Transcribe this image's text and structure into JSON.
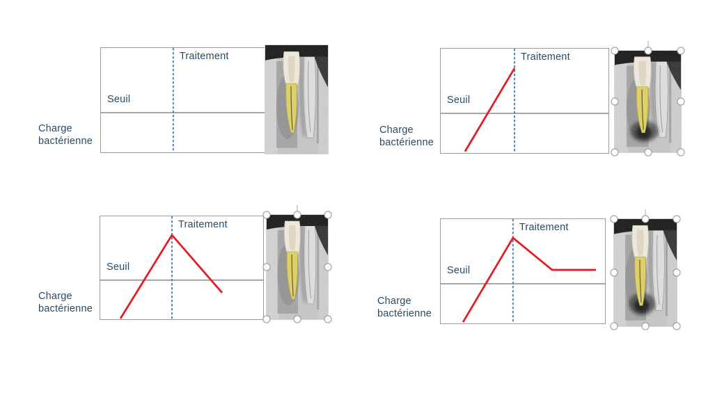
{
  "colors": {
    "background": "#ffffff",
    "label_text": "#2c4a63",
    "load_line": "#e01f26",
    "treatment_line": "#4e85bf",
    "threshold_line": "#8a8a8a",
    "chart_border": "#9b9b9b",
    "xray_root_filling": "#e4d45a",
    "xray_crown": "#f5f0e3",
    "selection_handle_border": "#9e9e9e"
  },
  "quadrants": [
    {
      "id": "top-left",
      "ylabel": "Charge\nbactérienne",
      "threshold_label": "Seuil",
      "treatment_label": "Traitement",
      "chart": {
        "type": "line",
        "threshold_pct": 62,
        "treatment_x_pct": 44,
        "load_points_pct": []
      },
      "xray": {
        "has_periapical_lesion": false,
        "selected": false
      }
    },
    {
      "id": "top-right",
      "ylabel": "Charge\nbactérienne",
      "threshold_label": "Seuil",
      "treatment_label": "Traitement",
      "chart": {
        "type": "line",
        "threshold_pct": 62,
        "treatment_x_pct": 44,
        "load_points_pct": [
          [
            14.5,
            98.5
          ],
          [
            44,
            18.7
          ]
        ]
      },
      "xray": {
        "has_periapical_lesion": true,
        "selected": true
      }
    },
    {
      "id": "bottom-left",
      "ylabel": "Charge\nbactérienne",
      "threshold_label": "Seuil",
      "treatment_label": "Traitement",
      "chart": {
        "type": "line",
        "threshold_pct": 62,
        "treatment_x_pct": 44,
        "load_points_pct": [
          [
            12.4,
            99.3
          ],
          [
            44,
            18.2
          ],
          [
            74.8,
            74.3
          ]
        ]
      },
      "xray": {
        "has_periapical_lesion": false,
        "selected": true
      }
    },
    {
      "id": "bottom-right",
      "ylabel": "Charge\nbactérienne",
      "threshold_label": "Seuil",
      "treatment_label": "Traitement",
      "chart": {
        "type": "line",
        "threshold_pct": 62,
        "treatment_x_pct": 44,
        "load_points_pct": [
          [
            13.6,
            98.7
          ],
          [
            44,
            18.0
          ],
          [
            67.8,
            48.7
          ],
          [
            94.5,
            48.7
          ]
        ]
      },
      "xray": {
        "has_periapical_lesion": true,
        "selected": true
      }
    }
  ]
}
